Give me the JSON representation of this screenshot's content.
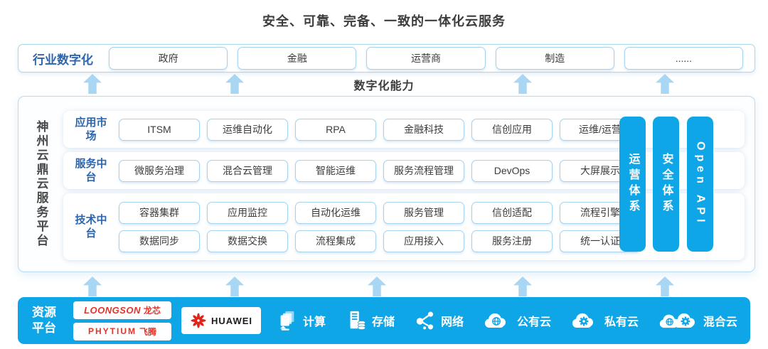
{
  "title": "安全、可靠、完备、一致的一体化云服务",
  "industry_row": {
    "label": "行业数字化",
    "items": [
      "政府",
      "金融",
      "运营商",
      "制造",
      "......"
    ]
  },
  "digital_capability_label": "数字化能力",
  "platform": {
    "name": "神州云鼎云服务平台",
    "sections": [
      {
        "label": "应用市场",
        "rows": [
          [
            "ITSM",
            "运维自动化",
            "RPA",
            "金融科技",
            "信创应用",
            "运维/运营"
          ]
        ]
      },
      {
        "label": "服务中台",
        "rows": [
          [
            "微服务治理",
            "混合云管理",
            "智能运维",
            "服务流程管理",
            "DevOps",
            "大屏展示"
          ]
        ]
      },
      {
        "label": "技术中台",
        "rows": [
          [
            "容器集群",
            "应用监控",
            "自动化运维",
            "服务管理",
            "信创适配",
            "流程引擎"
          ],
          [
            "数据同步",
            "数据交换",
            "流程集成",
            "应用接入",
            "服务注册",
            "统一认证"
          ]
        ]
      }
    ],
    "pillars": [
      "运营体系",
      "安全体系",
      "Open API"
    ]
  },
  "resource_platform": {
    "label": "资源平台",
    "vendors": [
      {
        "name": "LOONGSON",
        "cn": "龙芯"
      },
      {
        "name": "PHYTIUM",
        "cn": "飞腾"
      },
      {
        "name": "HUAWEI"
      }
    ],
    "resources": [
      {
        "icon": "compute-icon",
        "label": "计算"
      },
      {
        "icon": "storage-icon",
        "label": "存储"
      },
      {
        "icon": "network-icon",
        "label": "网络"
      },
      {
        "icon": "public-cloud-icon",
        "label": "公有云"
      },
      {
        "icon": "private-cloud-icon",
        "label": "私有云"
      },
      {
        "icon": "hybrid-cloud-icon",
        "label": "混合云"
      }
    ]
  },
  "colors": {
    "accent_blue": "#0fa6e8",
    "arrow_light_blue": "#a9d6f3",
    "label_blue": "#2b66af",
    "box_border_blue": "#a5d2ef",
    "vendor_red": "#e2342b",
    "huawei_red": "#e2231a",
    "dark_text": "#3d3d3d"
  }
}
